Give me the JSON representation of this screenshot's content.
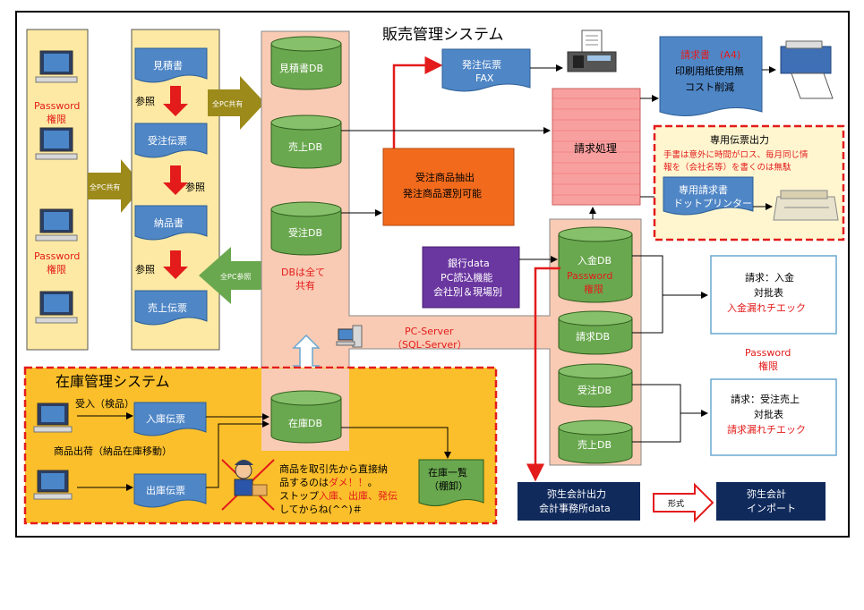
{
  "title": "販売管理システム",
  "zaiko_title": "在庫管理システム",
  "clients": {
    "password1": "Password",
    "kengen1": "権限",
    "password2": "Password",
    "kengen2": "権限"
  },
  "arrows": {
    "share_all_pc_1": "全PC共有",
    "share_all_pc_2": "全PC共有",
    "ref_all_pc": "全PC参照",
    "ref1": "参照",
    "ref2": "参照",
    "ref3": "参照",
    "format": "形式"
  },
  "documents": {
    "mitsumori": "見積書",
    "juchu": "受注伝票",
    "nohin": "納品書",
    "uriage": "売上伝票",
    "nyuko": "入庫伝票",
    "shukko": "出庫伝票"
  },
  "dbs": {
    "mitsumori_db": "見積書DB",
    "uriage_db": "売上DB",
    "juchu_db": "受注DB",
    "zaiko_db": "在庫DB",
    "nyukin_db": "入金DB",
    "seikyu_db": "請求DB",
    "juchu_db2": "受注DB",
    "uriage_db2": "売上DB"
  },
  "db_shared": [
    "DBは全て",
    "共有"
  ],
  "nyukin_password": "Password",
  "nyukin_kengen": "権限",
  "extract": [
    "受注商品抽出",
    "発注商品選別可能"
  ],
  "bank": [
    "銀行data",
    "PC読込機能",
    "会社別＆現場別"
  ],
  "order_fax": [
    "発注伝票",
    "FAX"
  ],
  "seikyu_process": "請求処理",
  "invoice_a4": {
    "line1": "請求書　(A4)",
    "line2": "印刷用紙使用無",
    "line3": "コスト削減"
  },
  "dedicated": {
    "title": "専用伝票出力",
    "note1": "手書は意外に時間がロス、毎月同じ情",
    "note2": "報を（会社名等）を書くのは無駄",
    "box1": "専用請求書",
    "box2": "ドットプリンター"
  },
  "server": [
    "PC-Server",
    "（SQL-Server）"
  ],
  "check1": [
    "請求：入金",
    "対批表",
    "入金漏れチエック"
  ],
  "check2": [
    "請求：受注売上",
    "対批表",
    "請求漏れチエック"
  ],
  "right_password": "Password",
  "right_kengen": "権限",
  "yayoi_out": [
    "弥生会計出力",
    "会計事務所data"
  ],
  "yayoi_in": [
    "弥生会計",
    "インポート"
  ],
  "zaiko": {
    "juko": "受入（検品）",
    "shukka": "商品出荷（納品在庫移動）",
    "ichiran": [
      "在庫一覧",
      "（棚卸）"
    ],
    "note_line1": "商品を取引先から直接納",
    "note_line2_a": "品するのは",
    "note_line2_b": "ダメ！！",
    "note_line2_c": "。",
    "note_line3_a": "ストップ",
    "note_line3_b": "入庫、出庫、発伝",
    "note_line4": "してからね(^^)＃"
  },
  "colors": {
    "blue_doc": "#4f86c6",
    "green_db": "#6aa84f",
    "salmon": "#f9cbb4",
    "yellow_panel": "#fde9a3",
    "orange": "#f26b1d",
    "purple": "#6a36a0",
    "navy": "#102a5c",
    "red": "#e31b1b",
    "olive": "#9c8a1a",
    "zaiko_bg": "#fbbf2b"
  }
}
